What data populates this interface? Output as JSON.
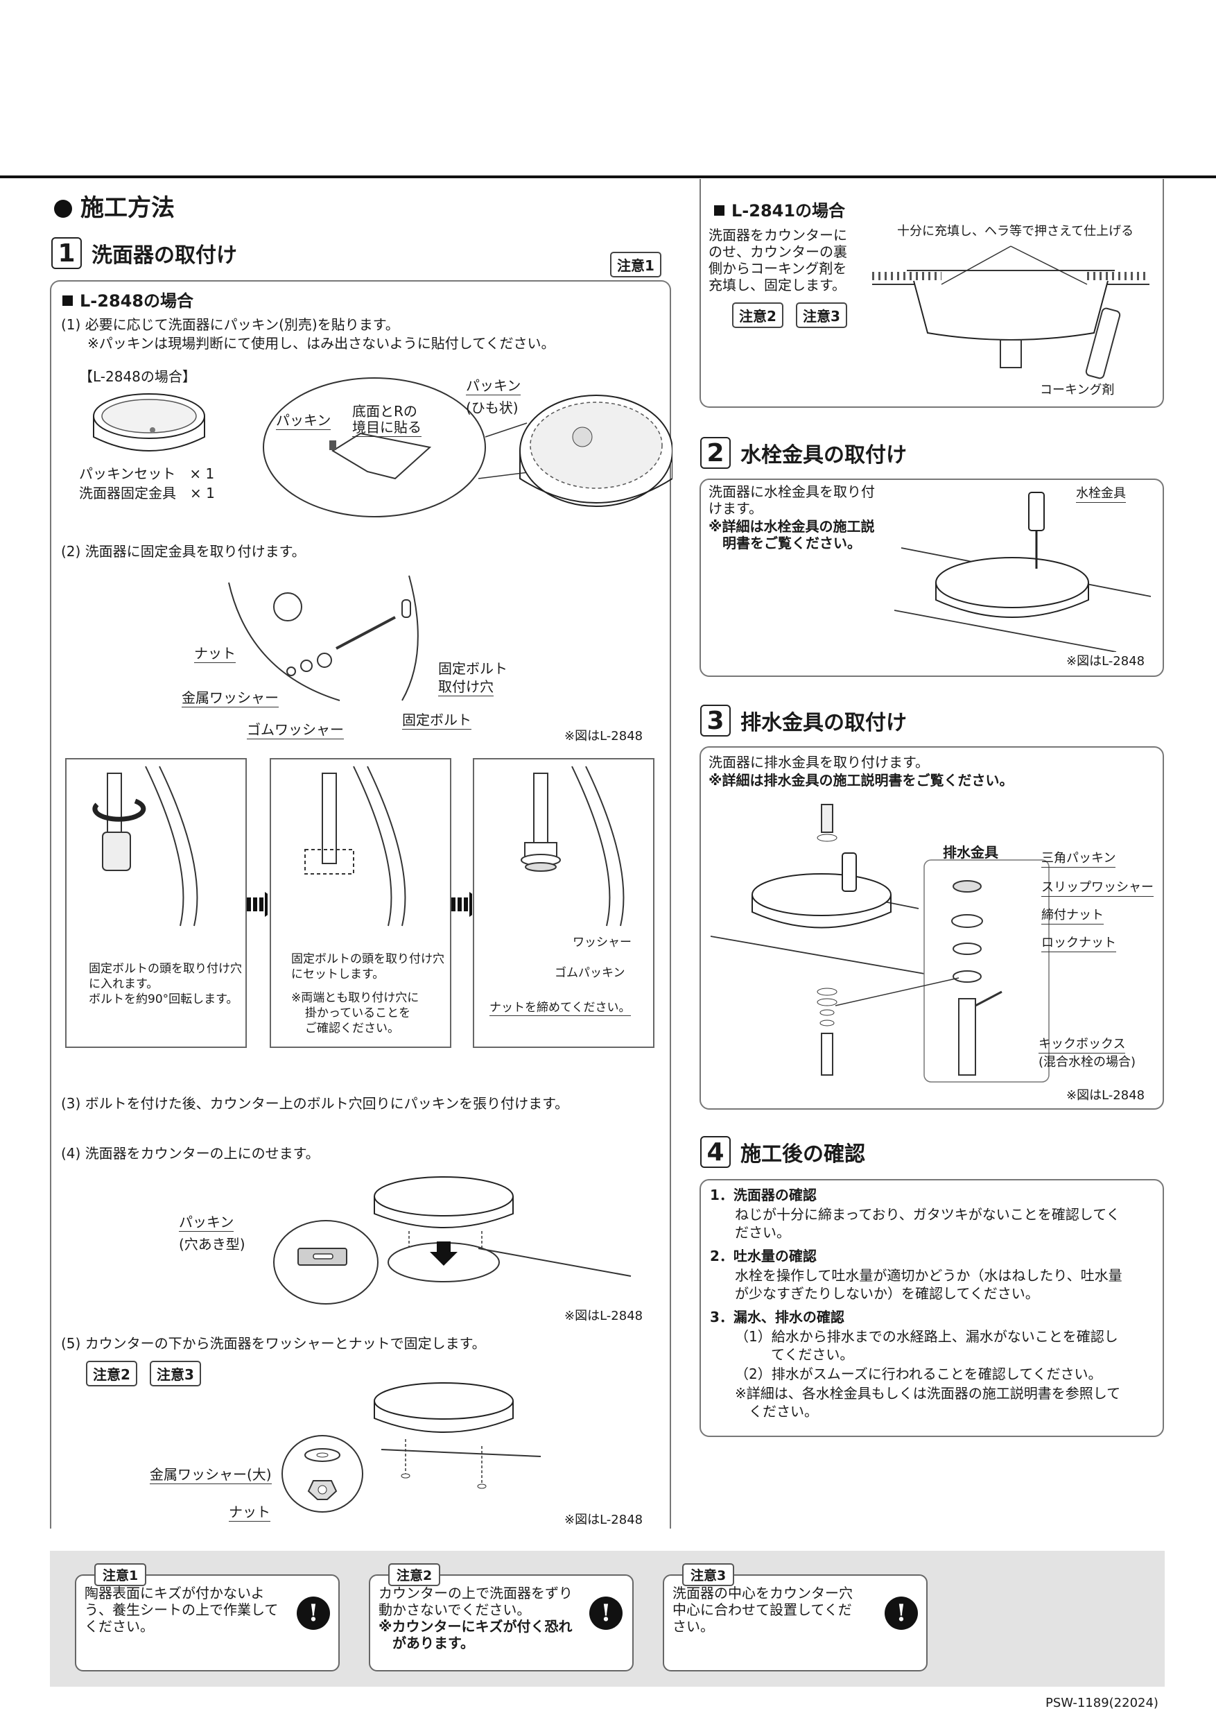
{
  "header": {
    "title": "施工方法"
  },
  "step1": {
    "num": "1",
    "title": "洗面器の取付け",
    "caution_tag": "注意1",
    "case_title": "L-2848の場合",
    "s1": "(1) 必要に応じて洗面器にパッキン(別売)を貼ります。",
    "s1_note": "※パッキンは現場判断にて使用し、はみ出さないように貼付してください。",
    "set_title": "【L-2848の場合】",
    "set_item1": "パッキンセット　× 1",
    "set_item2": "洗面器固定金具　× 1",
    "label_packing": "パッキン",
    "label_bottom_r": "底面とRの",
    "label_bottom_r2": "境目に貼る",
    "label_packing2": "パッキン",
    "label_string": "(ひも状)",
    "s2": "(2) 洗面器に固定金具を取り付けます。",
    "label_nut": "ナット",
    "label_metal_washer": "金属ワッシャー",
    "label_rubber_washer": "ゴムワッシャー",
    "label_fix_bolt": "固定ボルト",
    "label_bolt_hole": "固定ボルト",
    "label_bolt_hole2": "取付け穴",
    "fig_note": "※図はL-2848",
    "panel1_text1": "固定ボルトの頭を取り付け穴",
    "panel1_text2": "に入れます。",
    "panel1_text3": "ボルトを約90°回転します。",
    "panel2_text1": "固定ボルトの頭を取り付け穴",
    "panel2_text2": "にセットします。",
    "panel2_note1": "※両端とも取り付け穴に",
    "panel2_note2": "掛かっていることを",
    "panel2_note3": "ご確認ください。",
    "panel3_washer": "ワッシャー",
    "panel3_rubber": "ゴムパッキン",
    "panel3_text": "ナットを締めてください。",
    "s3": "(3) ボルトを付けた後、カウンター上のボルト穴回りにパッキンを張り付けます。",
    "s4": "(4) 洗面器をカウンターの上にのせます。",
    "s4_packing": "パッキン",
    "s4_packing_type": "(穴あき型)",
    "fig_note2": "※図はL-2848",
    "s5": "(5) カウンターの下から洗面器をワッシャーとナットで固定します。",
    "s5_tag2": "注意2",
    "s5_tag3": "注意3",
    "s5_washer_large": "金属ワッシャー(大)",
    "s5_nut": "ナット",
    "fig_note3": "※図はL-2848"
  },
  "case2841": {
    "title": "L-2841の場合",
    "text1": "洗面器をカウンターに",
    "text2": "のせ、カウンターの裏",
    "text3": "側からコーキング剤を",
    "text4": "充填し、固定します。",
    "tag2": "注意2",
    "tag3": "注意3",
    "label_fill": "十分に充填し、ヘラ等で押さえて仕上げる",
    "label_caulk": "コーキング剤"
  },
  "step2": {
    "num": "2",
    "title": "水栓金具の取付け",
    "text1": "洗面器に水栓金具を取り付",
    "text2": "けます。",
    "text3": "※詳細は水栓金具の施工説",
    "text4": "明書をご覧ください。",
    "label_faucet": "水栓金具",
    "fig_note": "※図はL-2848"
  },
  "step3": {
    "num": "3",
    "title": "排水金具の取付け",
    "text1": "洗面器に排水金具を取り付けます。",
    "text2": "※詳細は排水金具の施工説明書をご覧ください。",
    "label_drain": "排水金具",
    "label_triangle": "三角パッキン",
    "label_slip": "スリップワッシャー",
    "label_tighten": "締付ナット",
    "label_lock": "ロックナット",
    "label_kick": "キックボックス",
    "label_kick2": "(混合水栓の場合)",
    "fig_note": "※図はL-2848"
  },
  "step4": {
    "num": "4",
    "title": "施工後の確認",
    "i1_title": "1．洗面器の確認",
    "i1_text1": "ねじが十分に締まっており、ガタツキがないことを確認してく",
    "i1_text2": "ださい。",
    "i2_title": "2．吐水量の確認",
    "i2_text1": "水栓を操作して吐水量が適切かどうか（水はねしたり、吐水量",
    "i2_text2": "が少なすぎたりしないか）を確認してください。",
    "i3_title": "3．漏水、排水の確認",
    "i3_text1": "（1）給水から排水までの水経路上、漏水がないことを確認し",
    "i3_text2": "てください。",
    "i3_text3": "（2）排水がスムーズに行われることを確認してください。",
    "i3_text4": "※詳細は、各水栓金具もしくは洗面器の施工説明書を参照して",
    "i3_text5": "ください。"
  },
  "cautions": [
    {
      "tag": "注意1",
      "l1": "陶器表面にキズが付かないよ",
      "l2": "う、養生シートの上で作業して",
      "l3": "ください。",
      "l4": "",
      "l5": ""
    },
    {
      "tag": "注意2",
      "l1": "カウンターの上で洗面器をずり",
      "l2": "動かさないでください。",
      "l3": "",
      "l4": "※カウンターにキズが付く恐れ",
      "l5": "があります。"
    },
    {
      "tag": "注意3",
      "l1": "洗面器の中心をカウンター穴",
      "l2": "中心に合わせて設置してくだ",
      "l3": "さい。",
      "l4": "",
      "l5": ""
    }
  ],
  "caution_icon": "exclamation-icon",
  "footer": {
    "code": "PSW-1189(22024)"
  }
}
